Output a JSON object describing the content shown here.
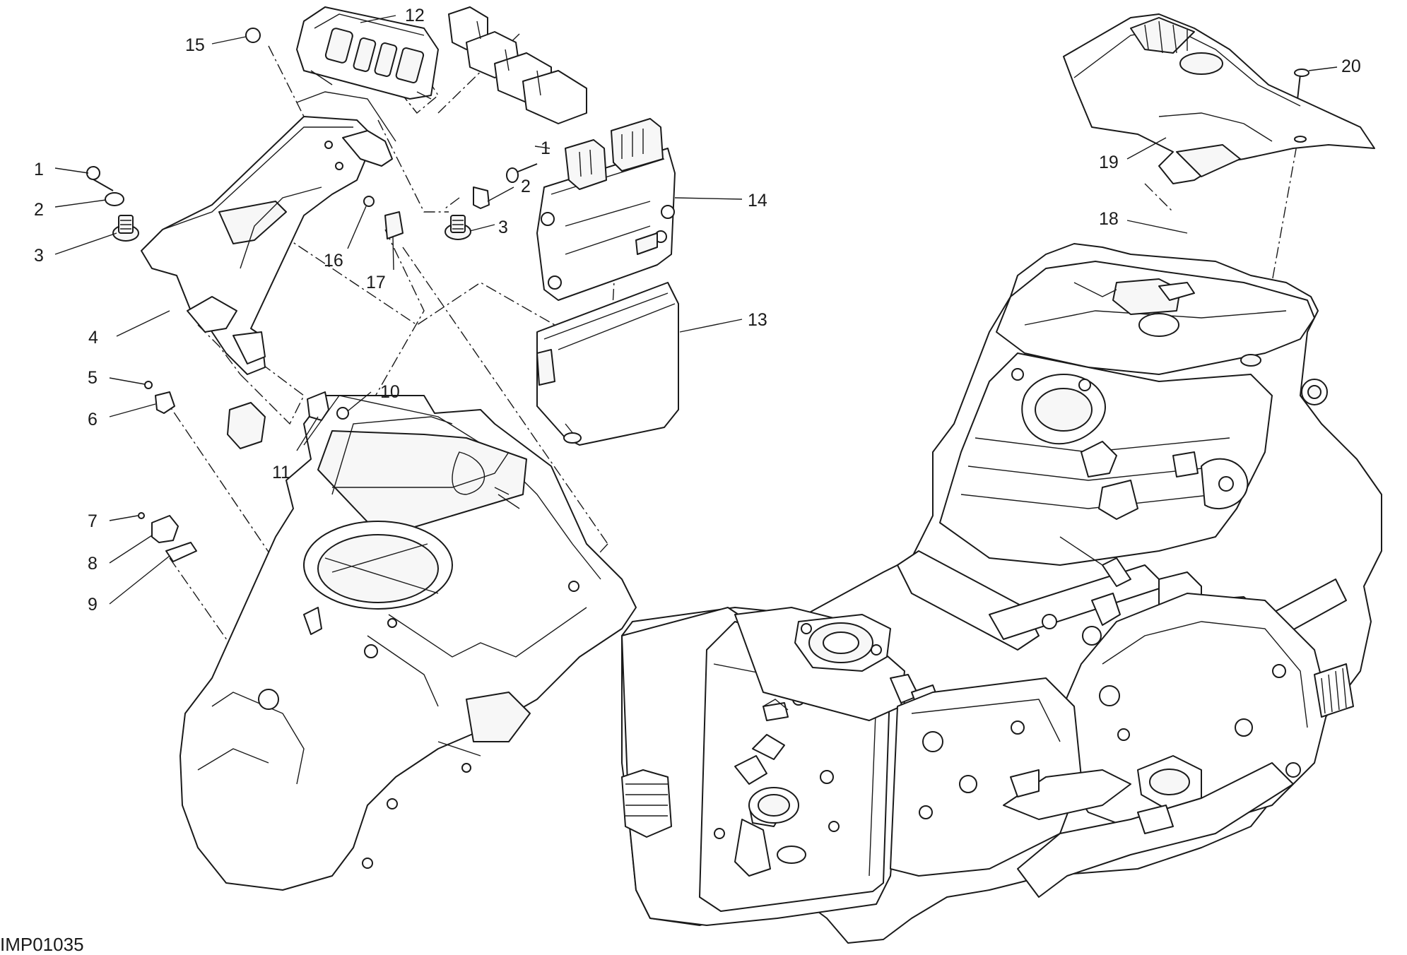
{
  "drawing_code": "IMP01035",
  "callouts": {
    "c1a": "1",
    "c2a": "2",
    "c3a": "3",
    "c4": "4",
    "c5": "5",
    "c6": "6",
    "c7": "7",
    "c8": "8",
    "c9": "9",
    "c10": "10",
    "c11": "11",
    "c12": "12",
    "c13": "13",
    "c14": "14",
    "c15": "15",
    "c16": "16",
    "c17": "17",
    "c1b": "1",
    "c2b": "2",
    "c3b": "3",
    "c18": "18",
    "c19": "19",
    "c20": "20"
  }
}
